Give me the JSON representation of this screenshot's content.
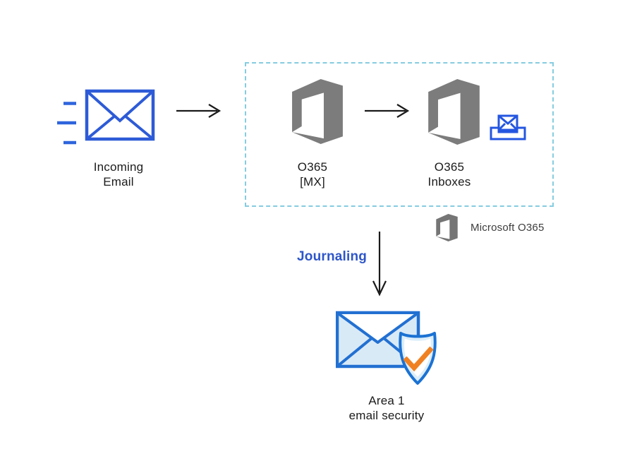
{
  "diagram_type": "email-flow-diagram",
  "nodes": {
    "incoming_email": {
      "label": "Incoming\nEmail"
    },
    "o365_mx": {
      "label": "O365\n[MX]"
    },
    "o365_inboxes": {
      "label": "O365\nInboxes"
    },
    "area1": {
      "label": "Area 1\nemail security"
    }
  },
  "flow": {
    "journaling_label": "Journaling"
  },
  "legend": {
    "label": "Microsoft O365"
  },
  "icons": [
    "incoming-email-icon",
    "office365-icon",
    "inbox-icon",
    "office365-legend-icon",
    "email-security-shield-icon"
  ],
  "colors": {
    "envelope_blue": "#2d5bd7",
    "inbox_blue": "#2456e0",
    "office_gray": "#7c7c7c",
    "boundary_dash": "#85cce0",
    "journaling_blue": "#2e56c9",
    "area1_border_blue": "#2270d2",
    "area1_fill_blue": "#d9eaf7",
    "check_orange": "#f08122",
    "arrow_black": "#1a1a1a",
    "text_black": "#1b1b1b"
  }
}
